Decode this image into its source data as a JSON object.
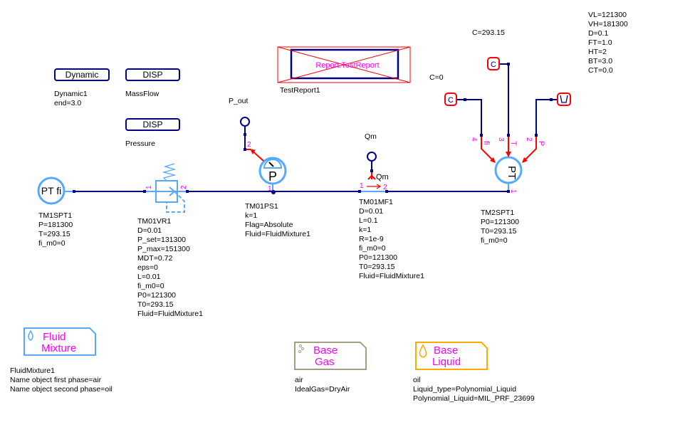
{
  "blocks": {
    "dynamic": {
      "label": "Dynamic",
      "name": "Dynamic1",
      "params": [
        "end=3.0"
      ]
    },
    "disp_massflow": {
      "label": "DISP",
      "name": "MassFlow"
    },
    "disp_pressure": {
      "label": "DISP",
      "name": "Pressure"
    },
    "report": {
      "label": "Report:TestReport",
      "name": "TestReport1"
    },
    "source": {
      "symbol": "PT fi",
      "name": "TM1SPT1",
      "params": [
        "P=181300",
        "T=293.15",
        "fi_m0=0"
      ],
      "port": ""
    },
    "valve": {
      "name": "TM01VR1",
      "ports": [
        "1",
        "2"
      ],
      "params": [
        "D=0.01",
        "P_set=131300",
        "P_max=151300",
        "MDT=0.72",
        "eps=0",
        "L=0.01",
        "fi_m0=0",
        "P0=121300",
        "T0=293.15",
        "Fluid=FluidMixture1"
      ]
    },
    "pressure_sensor": {
      "symbol": "P",
      "name": "TM01PS1",
      "ports": [
        "1",
        "2"
      ],
      "output_label": "P_out",
      "params": [
        "k=1",
        "Flag=Absolute",
        "Fluid=FluidMixture1"
      ]
    },
    "mass_flow": {
      "name": "TM01MF1",
      "ports": [
        "1",
        "2"
      ],
      "output_label": "Qm",
      "port_label": "Qm",
      "params": [
        "D=0.01",
        "L=0.1",
        "k=1",
        "R=1e-9",
        "fi_m0=0",
        "P0=121300",
        "T0=293.15",
        "Fluid=FluidMixture1"
      ]
    },
    "sink": {
      "symbol": "PT",
      "name": "TM2SPT1",
      "ports": [
        "1",
        "2",
        "3",
        "4"
      ],
      "port_names": [
        "P",
        "T",
        "fi"
      ],
      "params": [
        "P0=121300",
        "T0=293.15",
        "fi_m0=0"
      ]
    },
    "const_fi": {
      "symbol": "C",
      "label": "C=0"
    },
    "const_t": {
      "symbol": "C",
      "label": "C=293.15"
    },
    "pulse": {
      "symbol": "pulse",
      "params": [
        "VL=121300",
        "VH=181300",
        "D=0.1",
        "FT=1.0",
        "HT=2",
        "BT=3.0",
        "CT=0.0"
      ]
    },
    "fluid_mixture": {
      "line1": "Fluid",
      "line2": "Mixture",
      "name": "FluidMixture1",
      "params": [
        "Name object first phase=air",
        "Name object second phase=oil"
      ]
    },
    "base_gas": {
      "line1": "Base",
      "line2": "Gas",
      "name": "air",
      "params": [
        "IdealGas=DryAir"
      ]
    },
    "base_liquid": {
      "line1": "Base",
      "line2": "Liquid",
      "name": "oil",
      "params": [
        "Liquid_type=Polynomial_Liquid",
        "Polynomial_Liquid=MIL_PRF_23699"
      ]
    }
  },
  "colors": {
    "wire": "#000080",
    "component": "#55aaff",
    "signal": "#ff0000",
    "port_label": "#ff00ff",
    "gas_border": "#a0a080",
    "liquid_border": "#ffaa00"
  }
}
